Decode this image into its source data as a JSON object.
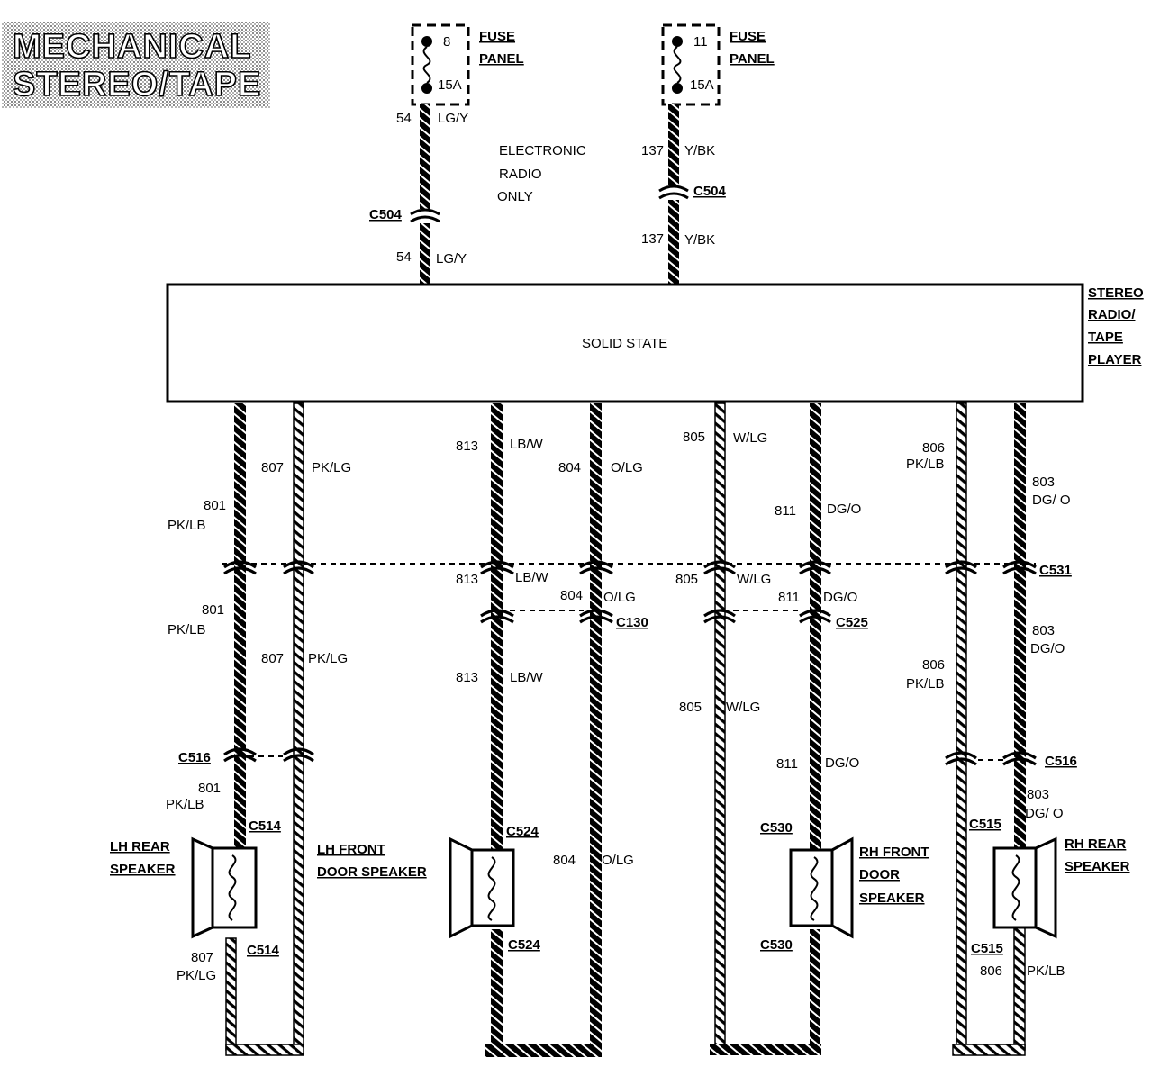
{
  "title": {
    "line1": "MECHANICAL",
    "line2": "STEREO/TAPE"
  },
  "fuses": [
    {
      "number": "8",
      "rating": "15A",
      "label1": "FUSE",
      "label2": "PANEL"
    },
    {
      "number": "11",
      "rating": "15A",
      "label1": "FUSE",
      "label2": "PANEL"
    }
  ],
  "upper_wires": {
    "left": {
      "circuit": "54",
      "color": "LG/Y",
      "connector": "C504"
    },
    "right": {
      "circuit": "137",
      "color": "Y/BK",
      "connector": "C504"
    }
  },
  "electronic_note": [
    "ELECTRONIC",
    "RADIO",
    "ONLY"
  ],
  "unit": {
    "inside": "SOLID STATE",
    "name_lines": [
      "STEREO",
      "RADIO/",
      "TAPE",
      "PLAYER"
    ]
  },
  "circuits": [
    {
      "number": "801",
      "color": "PK/LB"
    },
    {
      "number": "807",
      "color": "PK/LG"
    },
    {
      "number": "813",
      "color": "LB/W"
    },
    {
      "number": "804",
      "color": "O/LG"
    },
    {
      "number": "805",
      "color": "W/LG"
    },
    {
      "number": "811",
      "color": "DG/O"
    },
    {
      "number": "806",
      "color": "PK/LB"
    },
    {
      "number": "803",
      "color": "DG/ O",
      "color_alt": "DG/O"
    }
  ],
  "connectors": {
    "c531": "C531",
    "c130": "C130",
    "c525": "C525",
    "c516_left": "C516",
    "c516_right": "C516",
    "c514": "C514",
    "c524": "C524",
    "c530": "C530",
    "c515": "C515"
  },
  "speakers": {
    "lh_rear": [
      "LH REAR",
      "SPEAKER"
    ],
    "lh_front": [
      "LH FRONT",
      "DOOR SPEAKER"
    ],
    "rh_front": [
      "RH FRONT",
      "DOOR",
      "SPEAKER"
    ],
    "rh_rear": [
      "RH REAR",
      "SPEAKER"
    ]
  }
}
